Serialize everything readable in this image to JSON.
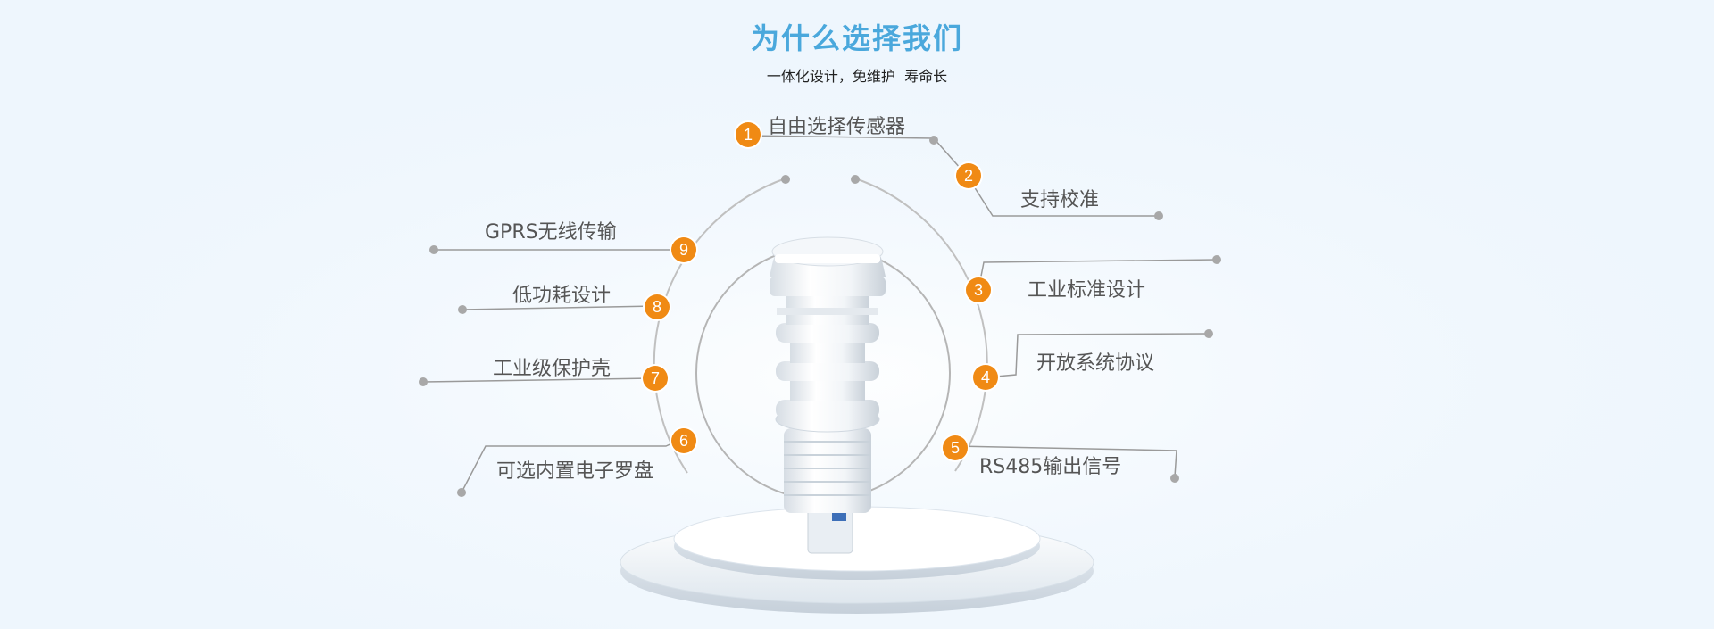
{
  "colors": {
    "title": "#4aa8dc",
    "badge": "#f08a14",
    "line": "#9a9a9a",
    "dot": "#a8a8a8",
    "background": "#eef6fd"
  },
  "header": {
    "title": "为什么选择我们",
    "subtitle": "一体化设计，免维护  寿命长"
  },
  "features": [
    {
      "number": "1",
      "label": "自由选择传感器"
    },
    {
      "number": "2",
      "label": "支持校准"
    },
    {
      "number": "3",
      "label": "工业标准设计"
    },
    {
      "number": "4",
      "label": "开放系统协议"
    },
    {
      "number": "5",
      "label": "RS485输出信号"
    },
    {
      "number": "6",
      "label": "可选内置电子罗盘"
    },
    {
      "number": "7",
      "label": "工业级保护壳"
    },
    {
      "number": "8",
      "label": "低功耗设计"
    },
    {
      "number": "9",
      "label": "GPRS无线传输"
    }
  ],
  "product": {
    "name": "weather-station-sensor"
  }
}
